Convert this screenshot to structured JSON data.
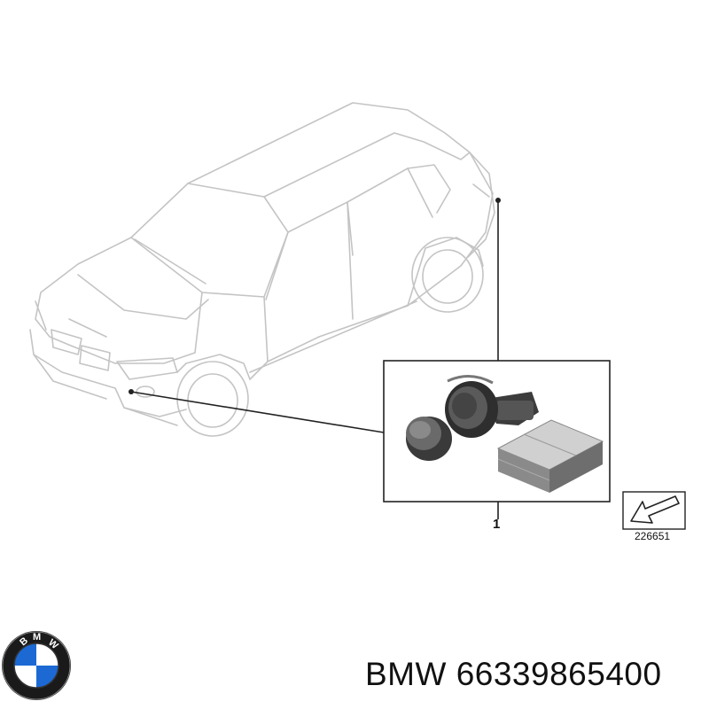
{
  "callout": {
    "number": "1"
  },
  "reference": {
    "number": "226651"
  },
  "part": {
    "brand": "BMW",
    "part_number": "66339865400",
    "label": "BMW 66339865400"
  },
  "logo": {
    "letters": "BMW",
    "ring_color": "#1a1a1a",
    "blue": "#1c69d4",
    "white": "#ffffff"
  },
  "colors": {
    "outline": "#c8c8c8",
    "leader": "#222222",
    "sensor": "#4a4a4a",
    "box": "#7f7f7f"
  },
  "icons": [
    "car-outline-icon",
    "parking-sensor-icon",
    "sensor-cap-icon",
    "sensor-box-icon",
    "arrow-sheet-icon",
    "bmw-logo-icon"
  ]
}
